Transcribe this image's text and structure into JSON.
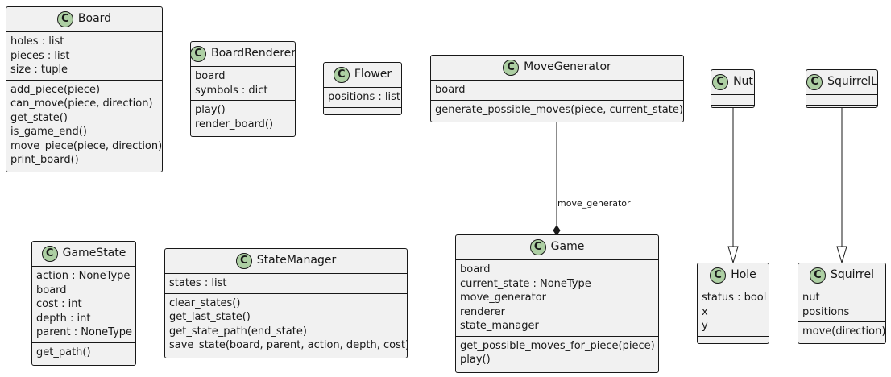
{
  "classes": {
    "Board": {
      "name": "Board",
      "attributes": [
        "holes : list",
        "pieces : list",
        "size : tuple"
      ],
      "methods": [
        "add_piece(piece)",
        "can_move(piece, direction)",
        "get_state()",
        "is_game_end()",
        "move_piece(piece, direction)",
        "print_board()"
      ]
    },
    "BoardRenderer": {
      "name": "BoardRenderer",
      "attributes": [
        "board",
        "symbols : dict"
      ],
      "methods": [
        "play()",
        "render_board()"
      ]
    },
    "Flower": {
      "name": "Flower",
      "attributes": [
        "positions : list"
      ],
      "methods": []
    },
    "MoveGenerator": {
      "name": "MoveGenerator",
      "attributes": [
        "board"
      ],
      "methods": [
        "generate_possible_moves(piece, current_state)"
      ]
    },
    "Nut": {
      "name": "Nut",
      "attributes": [],
      "methods": []
    },
    "SquirrelL": {
      "name": "SquirrelL",
      "attributes": [],
      "methods": []
    },
    "GameState": {
      "name": "GameState",
      "attributes": [
        "action : NoneType",
        "board",
        "cost : int",
        "depth : int",
        "parent : NoneType"
      ],
      "methods": [
        "get_path()"
      ]
    },
    "StateManager": {
      "name": "StateManager",
      "attributes": [
        "states : list"
      ],
      "methods": [
        "clear_states()",
        "get_last_state()",
        "get_state_path(end_state)",
        "save_state(board, parent, action, depth, cost)"
      ]
    },
    "Game": {
      "name": "Game",
      "attributes": [
        "board",
        "current_state : NoneType",
        "move_generator",
        "renderer",
        "state_manager"
      ],
      "methods": [
        "get_possible_moves_for_piece(piece)",
        "play()"
      ]
    },
    "Hole": {
      "name": "Hole",
      "attributes": [
        "status : bool",
        "x",
        "y"
      ],
      "methods": []
    },
    "Squirrel": {
      "name": "Squirrel",
      "attributes": [
        "nut",
        "positions"
      ],
      "methods": [
        "move(direction)"
      ]
    }
  },
  "relations": [
    {
      "from": "MoveGenerator",
      "to": "Game",
      "type": "composition",
      "label": "move_generator"
    },
    {
      "from": "Nut",
      "to": "Hole",
      "type": "generalization",
      "label": ""
    },
    {
      "from": "SquirrelL",
      "to": "Squirrel",
      "type": "generalization",
      "label": ""
    }
  ],
  "icon": {
    "glyph": "C",
    "fill": "#adcfa3"
  },
  "colors": {
    "class_fill": "#f1f1f1",
    "stroke": "#181818"
  }
}
